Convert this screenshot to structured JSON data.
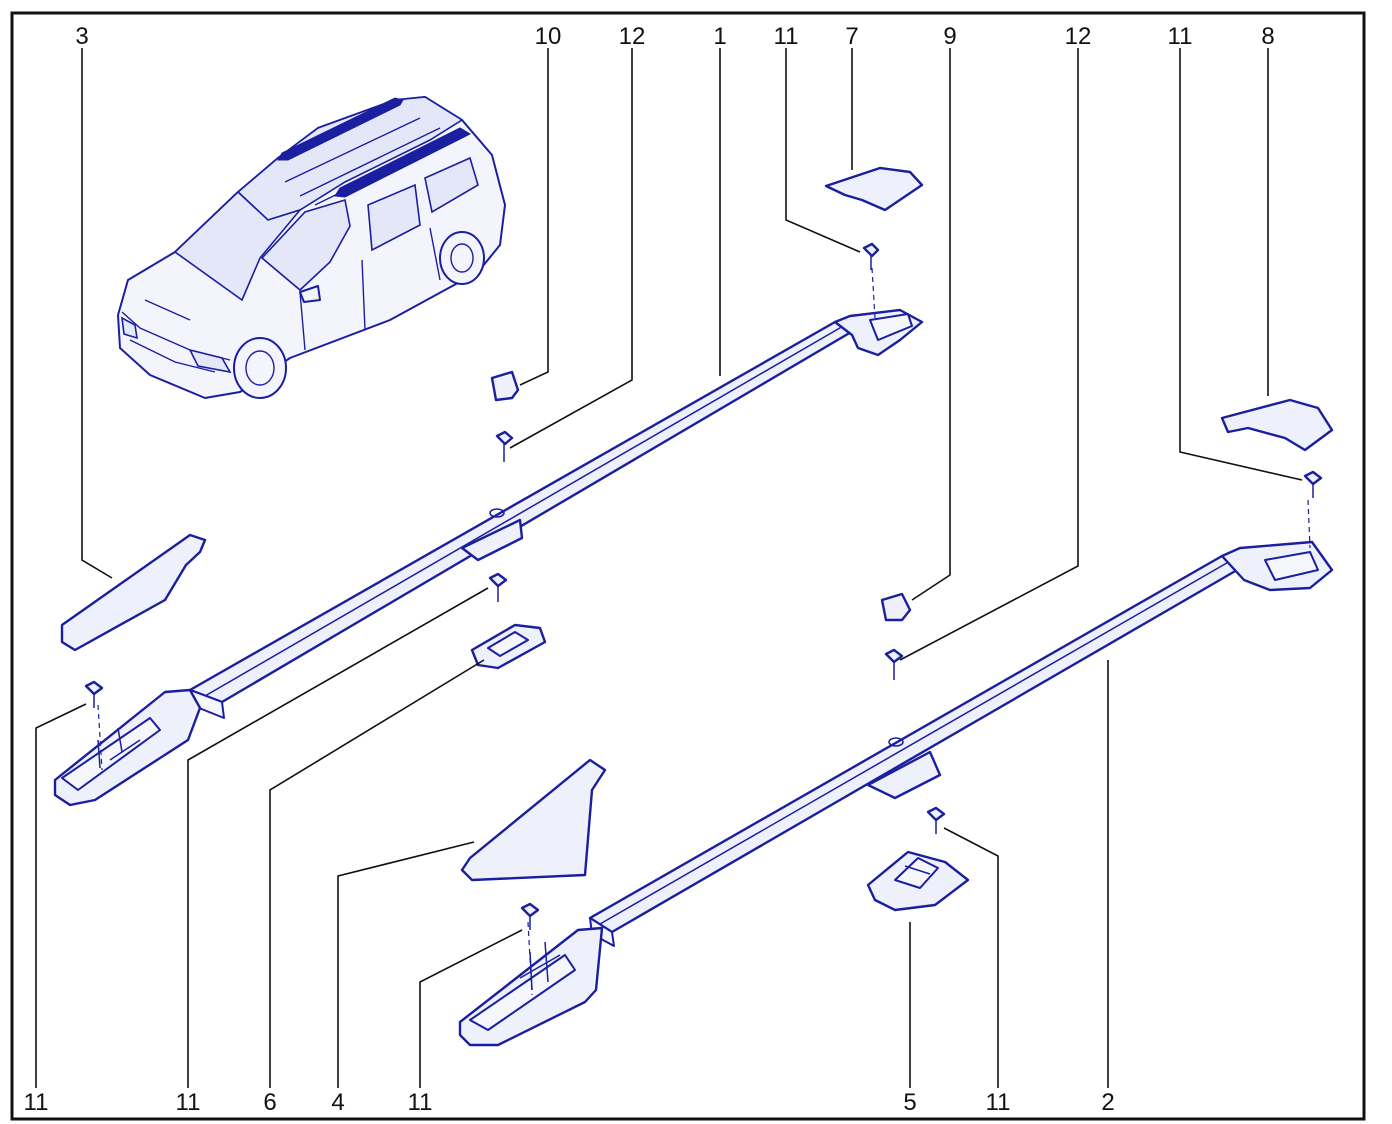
{
  "figure": {
    "callouts": {
      "top": [
        "3",
        "10",
        "12",
        "1",
        "11",
        "7",
        "9",
        "12",
        "11",
        "8"
      ],
      "bottom": [
        "11",
        "11",
        "6",
        "4",
        "11",
        "5",
        "11",
        "2"
      ]
    },
    "colors": {
      "line": "#1a1fa0",
      "fill": "#eef0fb",
      "frame": "#111111",
      "text": "#111111"
    }
  }
}
